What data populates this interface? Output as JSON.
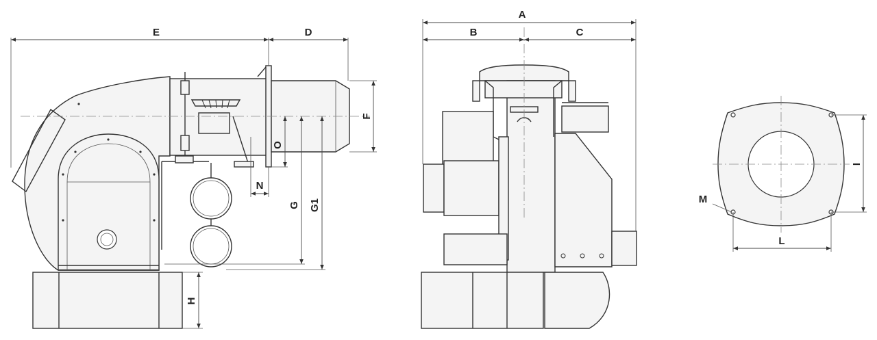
{
  "labels": {
    "E": "E",
    "D": "D",
    "F": "F",
    "O": "O",
    "N": "N",
    "G": "G",
    "G1": "G1",
    "H": "H",
    "A": "A",
    "B": "B",
    "C": "C",
    "I": "I",
    "L": "L",
    "M": "M"
  },
  "colors": {
    "line": "#333333",
    "background": "#ffffff",
    "centerline": "#888888"
  }
}
